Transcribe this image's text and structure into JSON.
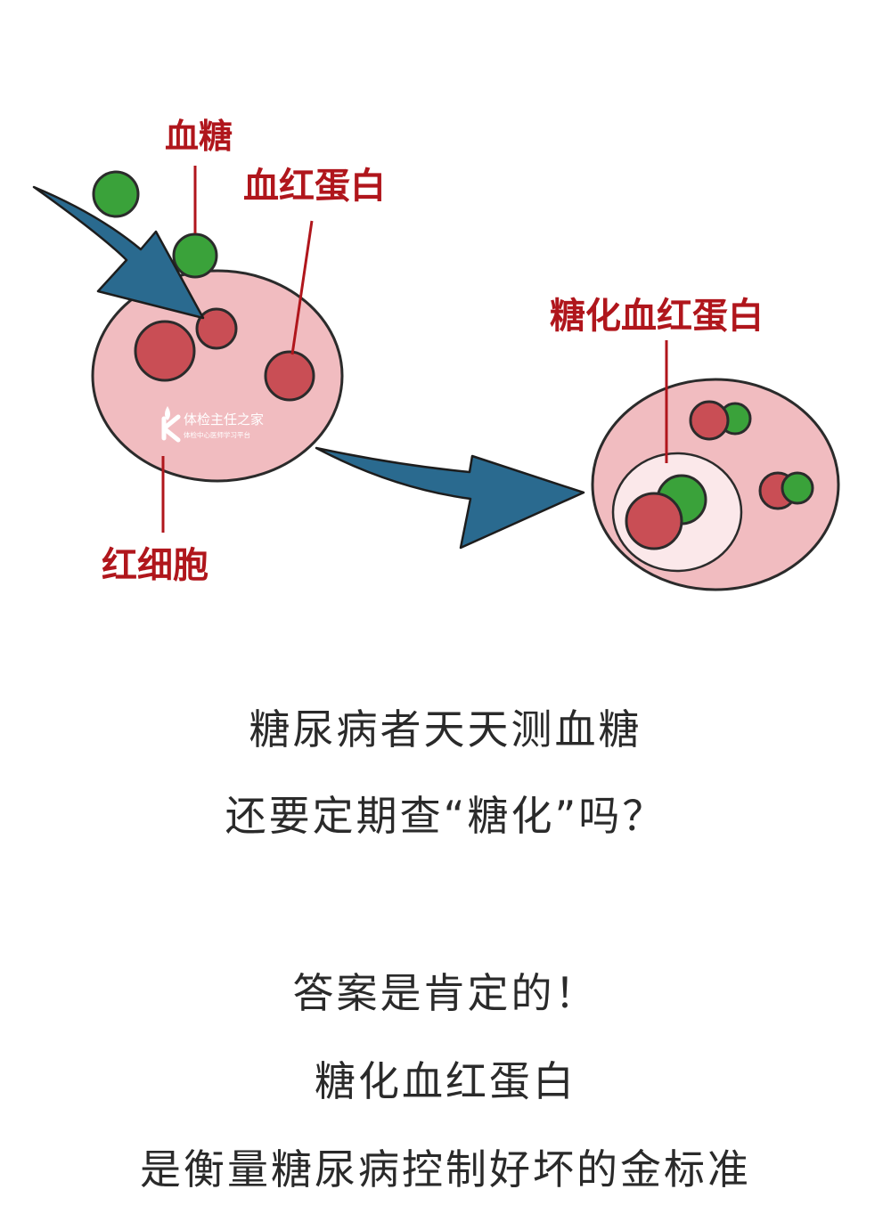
{
  "diagram": {
    "labels": {
      "blood_sugar": "血糖",
      "hemoglobin": "血红蛋白",
      "red_blood_cell": "红细胞",
      "glycated_hemoglobin": "糖化血红蛋白"
    },
    "watermark": {
      "name": "体检主任之家",
      "tagline": "体检中心医师学习平台"
    },
    "colors": {
      "cell_fill": "#f1bcc0",
      "cell_stroke": "#2b2b2b",
      "hemoglobin": "#c94e55",
      "glucose": "#3aa23a",
      "arrow": "#2a6a8f",
      "label": "#b0161c"
    }
  },
  "text": {
    "question_line1": "糖尿病者天天测血糖",
    "question_line2": "还要定期查“糖化”吗？",
    "answer_line1": "答案是肯定的！",
    "answer_line2": "糖化血红蛋白",
    "answer_line3": "是衡量糖尿病控制好坏的金标准"
  }
}
